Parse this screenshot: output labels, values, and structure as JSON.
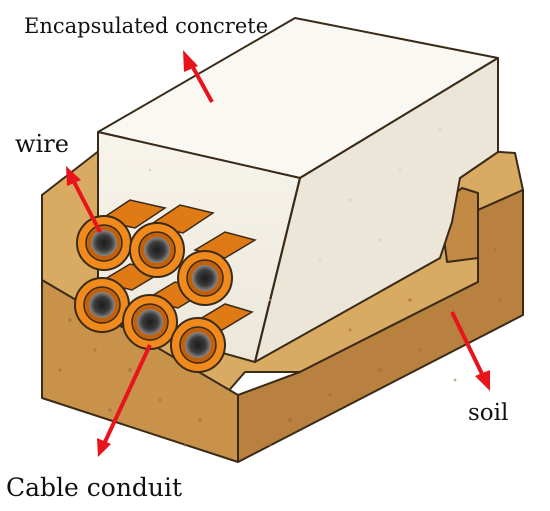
{
  "labels": {
    "concrete": "Encapsulated concrete",
    "wire": "wire",
    "soil": "soil",
    "conduit": "Cable conduit"
  },
  "colors": {
    "arrow": "#e8141c",
    "concrete_front": "#f4f1e8",
    "concrete_top": "#faf8f2",
    "concrete_side": "#ebe6d8",
    "soil_top": "#d9aa62",
    "soil_front": "#c8924a",
    "soil_side": "#b9813f",
    "conduit_orange": "#f08a1c",
    "conduit_dark": "#c2600c",
    "outline": "#3a2a18"
  },
  "icons": [
    "arrow"
  ]
}
